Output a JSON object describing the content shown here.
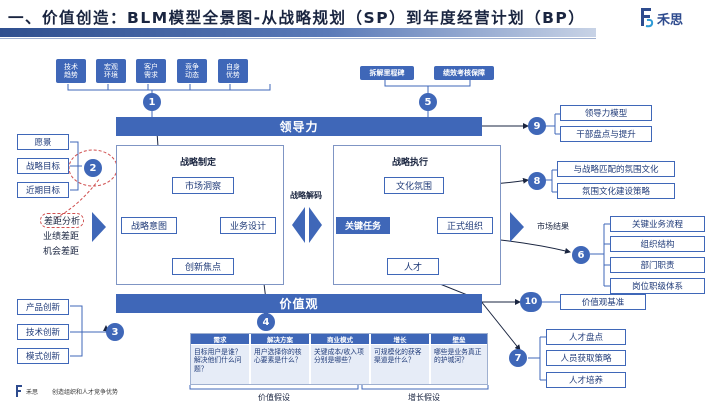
{
  "title": "一、价值创造：BLM模型全景图-从战略规划（SP）到年度经营计划（BP）",
  "logo_name": "禾思",
  "footer": {
    "brand": "禾思",
    "slogan": "创造组织和人才竞争优势"
  },
  "top_left_items": [
    "技术\n趋势",
    "宏观\n环境",
    "客户\n需求",
    "竞争\n动态",
    "自身\n优势"
  ],
  "top_right_items": [
    "拆解里程碑",
    "绩效考核保障"
  ],
  "band_leadership": "领导力",
  "band_values": "价值观",
  "left_goals": [
    "愿景",
    "战略目标",
    "近期目标"
  ],
  "gap": {
    "analysis": "差距分析",
    "performance": "业绩差距",
    "opportunity": "机会差距"
  },
  "left_bottom": [
    "产品创新",
    "技术创新",
    "模式创新"
  ],
  "strategy": {
    "heading": "战略制定",
    "market_insight": "市场洞察",
    "intent": "战略意图",
    "business_design": "业务设计",
    "innovation_focus": "创新焦点"
  },
  "decode_label": "战略解码",
  "execution": {
    "heading": "战略执行",
    "culture": "文化氛围",
    "key_tasks": "关键任务",
    "formal_org": "正式组织",
    "talent": "人才"
  },
  "market_result": "市场结果",
  "right_9": [
    "领导力模型",
    "干部盘点与提升"
  ],
  "right_8": [
    "与战略匹配的氛围文化",
    "氛围文化建设策略"
  ],
  "right_6": [
    "关键业务流程",
    "组织结构",
    "部门职责",
    "岗位职级体系"
  ],
  "right_10": "价值观基准",
  "right_7": [
    "人才盘点",
    "人员获取策略",
    "人才培养"
  ],
  "numbers": [
    "1",
    "2",
    "3",
    "4",
    "5",
    "6",
    "7",
    "8",
    "9",
    "10"
  ],
  "table": {
    "headers": [
      "需求",
      "解决方案",
      "商业模式",
      "增长",
      "壁垒"
    ],
    "cells": [
      "目标用户是谁？解决他们什么问题？",
      "用户选择你的核心要素是什么？",
      "关键成本/收入项分别是哪些？",
      "可规模化的获客渠道是什么？",
      "哪些是业务真正的护城河？"
    ],
    "label_value": "价值假设",
    "label_growth": "增长假设"
  }
}
